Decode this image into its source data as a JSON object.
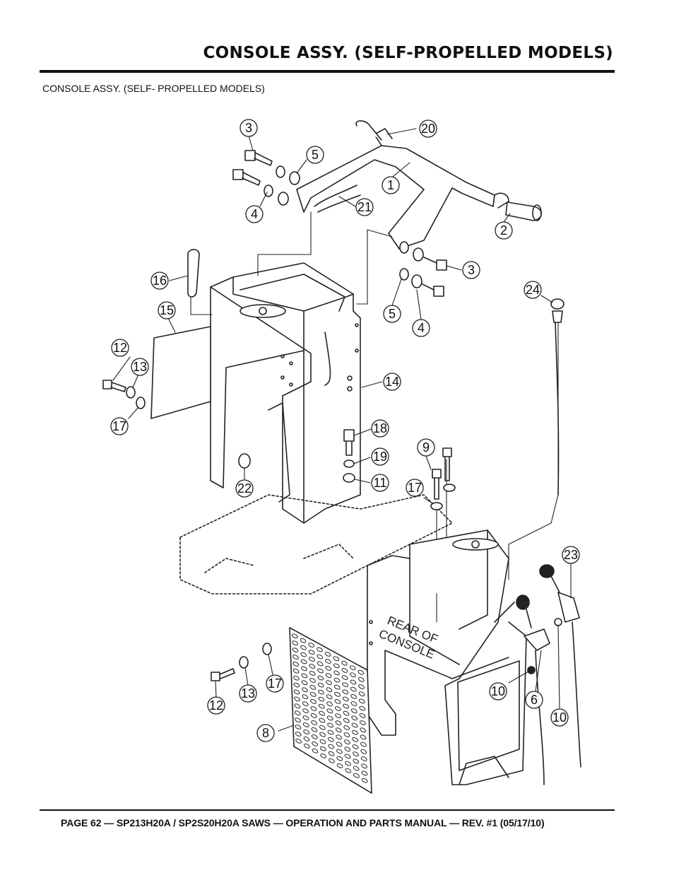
{
  "page": {
    "title": "CONSOLE ASSY. (SELF-PROPELLED MODELS)",
    "subtitle": "CONSOLE ASSY. (SELF- PROPELLED MODELS)",
    "footer": "PAGE 62 — SP213H20A / SP2S20H20A SAWS — OPERATION AND PARTS  MANUAL — REV. #1 (05/17/10)"
  },
  "diagram": {
    "part_callouts": [
      {
        "id": "c3a",
        "label": "3"
      },
      {
        "id": "c20",
        "label": "20"
      },
      {
        "id": "c5a",
        "label": "5"
      },
      {
        "id": "c1",
        "label": "1"
      },
      {
        "id": "c4a",
        "label": "4"
      },
      {
        "id": "c21",
        "label": "21"
      },
      {
        "id": "c2",
        "label": "2"
      },
      {
        "id": "c3b",
        "label": "3"
      },
      {
        "id": "c16",
        "label": "16"
      },
      {
        "id": "c24",
        "label": "24"
      },
      {
        "id": "c5b",
        "label": "5"
      },
      {
        "id": "c4b",
        "label": "4"
      },
      {
        "id": "c15",
        "label": "15"
      },
      {
        "id": "c12a",
        "label": "12"
      },
      {
        "id": "c13a",
        "label": "13"
      },
      {
        "id": "c14",
        "label": "14"
      },
      {
        "id": "c17a",
        "label": "17"
      },
      {
        "id": "c18",
        "label": "18"
      },
      {
        "id": "c9",
        "label": "9"
      },
      {
        "id": "c19",
        "label": "19"
      },
      {
        "id": "c11",
        "label": "11"
      },
      {
        "id": "c17b",
        "label": "17"
      },
      {
        "id": "c22",
        "label": "22"
      },
      {
        "id": "c23",
        "label": "23"
      },
      {
        "id": "c10a",
        "label": "10"
      },
      {
        "id": "c6",
        "label": "6"
      },
      {
        "id": "c17c",
        "label": "17"
      },
      {
        "id": "c13b",
        "label": "13"
      },
      {
        "id": "c12b",
        "label": "12"
      },
      {
        "id": "c10b",
        "label": "10"
      },
      {
        "id": "c8",
        "label": "8"
      }
    ],
    "rear_label_line1": "REAR OF",
    "rear_label_line2": "CONSOLE"
  }
}
